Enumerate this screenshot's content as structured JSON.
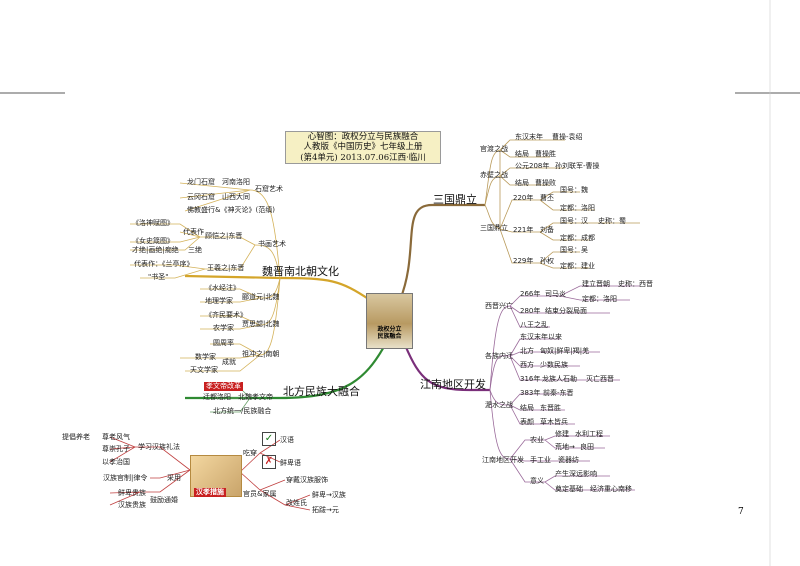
{
  "title": {
    "line1": "心智图：政权分立与民族融合",
    "line2": "人教版《中国历史》七年级上册",
    "line3": "(第4单元) 2013.07.06江西·临川"
  },
  "center": {
    "caption_top": "政权分立",
    "caption_bottom": "民族融合"
  },
  "branches": {
    "sanguo": "三国鼎立",
    "weijin": "魏晋南北朝文化",
    "beifang": "北方民族大融合",
    "jiangnan": "江南地区开发"
  },
  "sanguo": {
    "guandu": "官渡之战",
    "guandu_time": "东汉末年",
    "guandu_who": "曹操-袁绍",
    "guandu_result_lbl": "结局",
    "guandu_result": "曹操胜",
    "chibi": "赤壁之战",
    "chibi_time": "公元208年",
    "chibi_who": "孙刘联军-曹操",
    "chibi_result_lbl": "结局",
    "chibi_result": "曹操败",
    "dingli": "三国鼎立",
    "wei_year": "220年",
    "wei_name": "曹丕",
    "wei_state": "国号：魏",
    "wei_capital": "定都：洛阳",
    "shu_year": "221年",
    "shu_name": "刘备",
    "shu_state": "国号：汉",
    "shu_hist": "史称：蜀",
    "shu_capital": "定都：成都",
    "wu_year": "229年",
    "wu_name": "孙权",
    "wu_state": "国号：吴",
    "wu_capital": "定都：建业"
  },
  "jiangnan": {
    "xijin": "西晋兴亡",
    "xj_year1": "266年",
    "xj_who": "司马炎",
    "xj_est": "建立晋朝",
    "xj_hist": "史称：西晋",
    "xj_capital": "定都：洛阳",
    "xj_year2": "280年",
    "xj_unify": "结束分裂局面",
    "bawang": "八王之乱",
    "neiqian": "各族内迁",
    "nq_time": "东汉末年以来",
    "nq_north_lbl": "北方",
    "nq_north": "匈奴|鲜卑|羯|羌",
    "nq_west_lbl": "西方",
    "nq_west": "少数民族",
    "nq_year": "316年",
    "nq_event": "龙族人石勒",
    "nq_end": "灭亡西晋",
    "feishui": "淝水之战",
    "fs_year": "383年",
    "fs_who": "前秦-东晋",
    "fs_result_lbl": "结局",
    "fs_result": "东晋胜",
    "fs_effect_lbl": "表颜",
    "fs_effect": "草木皆兵",
    "kaifa": "江南地区开发",
    "kf_agri": "农业",
    "kf_agri1": "修建",
    "kf_agri1b": "水利工程",
    "kf_agri2": "荒地→",
    "kf_agri2b": "良田",
    "kf_hand": "手工业",
    "kf_hand1": "瓷器纺",
    "kf_sig": "意义",
    "kf_sig1": "产生深远影响",
    "kf_sig2": "奠定基础",
    "kf_sig3": "经济重心南移"
  },
  "weijin": {
    "shiku": "石窟艺术",
    "longmen": "龙门石窟",
    "longmen_loc": "河南洛阳",
    "yungang": "云冈石窟",
    "yungang_loc": "山西大同",
    "fojiao": "佛教盛行&《神灭论》(范缜)",
    "shuhua": "书画艺术",
    "gu": "顾恺之|东晋",
    "gu_rep": "代表作",
    "gu_w1": "《洛神赋图》",
    "gu_w2": "《女史箴图》",
    "gu_w3": "才绝|画绝|痴绝",
    "gu_three": "三绝",
    "wang": "王羲之|东晋",
    "wang_rep": "代表作：《兰亭序》",
    "wang_title": "\"书圣\"",
    "li": "郦道元|北魏",
    "li_book": "《水经注》",
    "li_role": "地理学家",
    "jia": "贾思勰|北魏",
    "jia_book": "《齐民要术》",
    "jia_role": "农学家",
    "zu": "祖冲之|南朝",
    "zu_b1": "圆周率",
    "zu_b2": "数学家",
    "zu_b3": "成就",
    "zu_b4": "天文学家"
  },
  "beifang": {
    "badge": "孝文帝改革",
    "capital_move": "迁都洛阳",
    "unify_north": "北魏孝文帝",
    "unify_all": "北方统一/民族融合"
  },
  "xiaowen": {
    "badge": "汉孝措施",
    "eat": "吃穿",
    "left1": "提倡养老",
    "left1b": "尊老风气",
    "left2": "尊崇孔子",
    "left3": "以孝治国",
    "left_c": "学习汉族礼法",
    "left4": "汉族官制|律令",
    "left4b": "采用",
    "left5": "鲜卑贵族",
    "left6": "汉族贵族",
    "left_d": "鼓励通婚",
    "right1": "汉语",
    "right2": "鲜卑语",
    "right3": "官员&家属",
    "right4": "穿戴汉族服饰",
    "right5": "改姓氏",
    "right6": "鲜卑→汉族",
    "right7": "拓跋→元"
  },
  "page": {
    "number": "7"
  },
  "colors": {
    "brown": "#8a6a3a",
    "gold": "#d4a52a",
    "green": "#2f8a32",
    "purple": "#7a2f7a",
    "badge_red": "#c82020"
  }
}
